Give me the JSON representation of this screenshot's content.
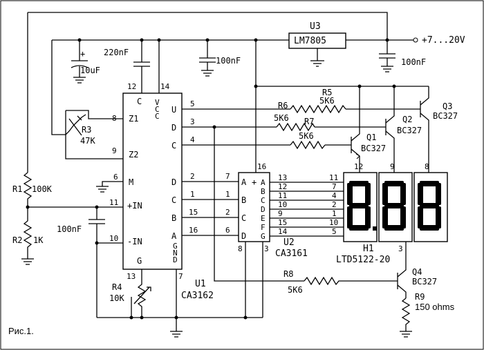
{
  "caption": "Рис.1.",
  "supply": "+7...20V",
  "u1": {
    "ref": "U1",
    "part": "CA3162",
    "pins_left": {
      "12": "12",
      "14": "14",
      "8": "8",
      "9": "9",
      "6": "6",
      "11": "11",
      "10": "10",
      "13": "13",
      "7": "7"
    },
    "left_labels": [
      "C",
      "VCC",
      "Z1",
      "Z2",
      "M",
      "+IN",
      "-IN",
      "G"
    ],
    "right_labels": [
      "U",
      "D",
      "C",
      "D",
      "C",
      "B",
      "A",
      "GND"
    ],
    "right_pins": [
      "5",
      "3",
      "4",
      "2",
      "1",
      "15",
      "16"
    ]
  },
  "u2": {
    "ref": "U2",
    "part": "CA3161",
    "in_labels": [
      "A",
      "B",
      "C",
      "D"
    ],
    "out_labels": [
      "A",
      "B",
      "C",
      "D",
      "E",
      "F",
      "G"
    ],
    "in_pins": [
      "7",
      "1",
      "2",
      "6"
    ],
    "out_pins": [
      "13",
      "12",
      "11",
      "10",
      "9",
      "15",
      "14"
    ],
    "pin_plus": "16",
    "pin_plus_label": "+",
    "pin_gnd": "8",
    "pin_3": "3"
  },
  "u3": {
    "ref": "U3",
    "part": "LM7805"
  },
  "h1": {
    "ref": "H1",
    "part": "LTD5122-20",
    "seg_pins": [
      "11",
      "7",
      "4",
      "2",
      "1",
      "10",
      "5"
    ],
    "top_pins": [
      "12",
      "9",
      "8"
    ],
    "pin_3": "3"
  },
  "components": {
    "c1": "220nF",
    "c2": "10uF",
    "c3": "100nF",
    "c4": "100nF",
    "c5": "100nF",
    "r1": "R1",
    "r1v": "100K",
    "r2": "R2",
    "r2v": "1K",
    "r3": "R3",
    "r3v": "47K",
    "r4": "R4",
    "r4v": "10K",
    "r5": "R5",
    "r5v": "5K6",
    "r6": "R6",
    "r6v": "5K6",
    "r7": "R7",
    "r7v": "5K6",
    "r8": "R8",
    "r8v": "5K6",
    "r9": "R9",
    "r9v": "150 ohms",
    "q1": "Q1",
    "q2": "Q2",
    "q3": "Q3",
    "q4": "Q4",
    "bc": "BC327",
    "plus": "+"
  }
}
